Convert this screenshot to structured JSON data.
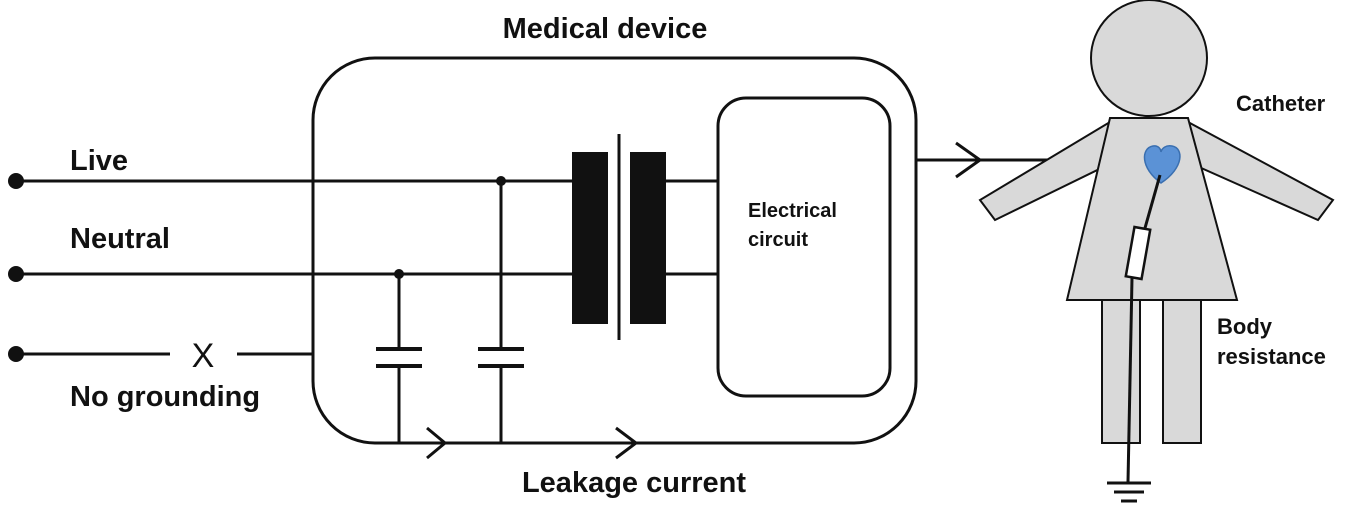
{
  "title": "Medical device",
  "lines": {
    "live": "Live",
    "neutral": "Neutral",
    "ground_break": "X",
    "no_grounding": "No grounding"
  },
  "circuit": {
    "line1": "Electrical",
    "line2": "circuit"
  },
  "leakage": "Leakage current",
  "patient": {
    "catheter": "Catheter",
    "body_line1": "Body",
    "body_line2": "resistance"
  },
  "colors": {
    "line": "#111111",
    "heart": "#5b92d6",
    "body": "#d9d9d9"
  }
}
